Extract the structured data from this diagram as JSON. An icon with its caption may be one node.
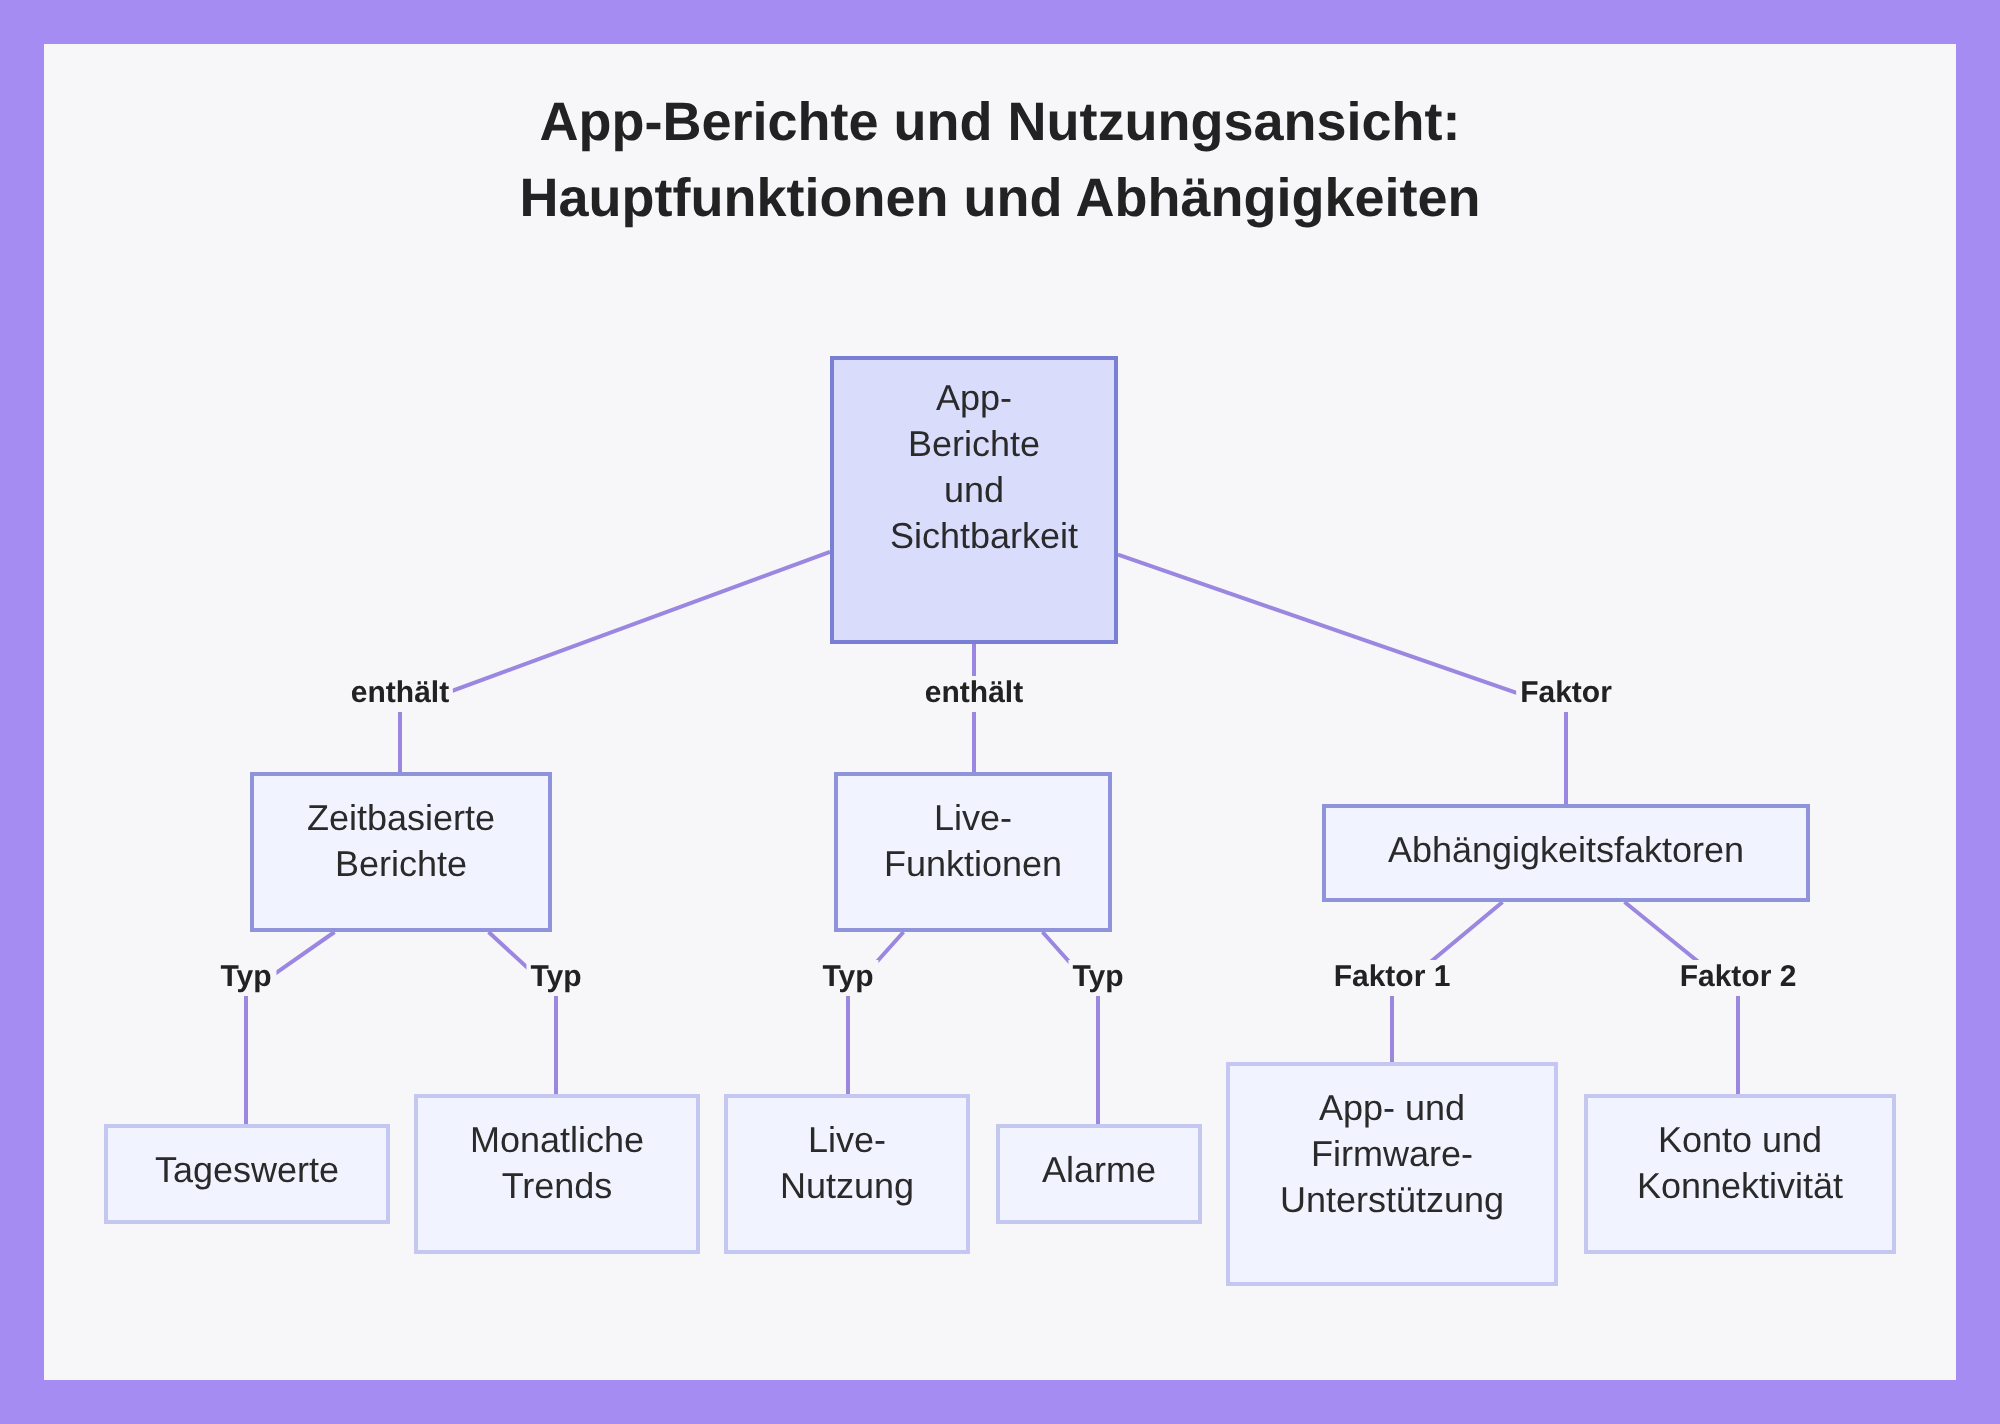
{
  "diagram": {
    "title": "App-Berichte und Nutzungsansicht: Hauptfunktionen und Abhängigkeiten",
    "nodes": [
      {
        "text": [
          "App-Berichte und Sichtbarkeit"
        ]
      },
      {
        "text": [
          "Zeitbasierte Berichte"
        ]
      },
      {
        "text": [
          "Live-Funktionen"
        ]
      },
      {
        "text": [
          "Abhängigkeitsfaktoren"
        ]
      },
      {
        "text": [
          "Tageswerte"
        ]
      },
      {
        "text": [
          "Monatliche Trends"
        ]
      },
      {
        "text": [
          "Live-Nutzung"
        ]
      },
      {
        "text": [
          "Alarme"
        ]
      },
      {
        "text": [
          "App- und Firmware-Unterstützung"
        ]
      },
      {
        "text": [
          "Konto und Konnektivität"
        ]
      }
    ],
    "edges": [
      {
        "from": 0,
        "to": 1,
        "arrow": "none",
        "label": "enthält"
      },
      {
        "from": 0,
        "to": 2,
        "arrow": "none",
        "label": "enthält"
      },
      {
        "from": 0,
        "to": 3,
        "arrow": "none",
        "label": "Faktor"
      },
      {
        "from": 1,
        "to": 4,
        "arrow": "none",
        "label": "Typ"
      },
      {
        "from": 1,
        "to": 5,
        "arrow": "none",
        "label": "Typ"
      },
      {
        "from": 2,
        "to": 6,
        "arrow": "none",
        "label": "Typ"
      },
      {
        "from": 2,
        "to": 7,
        "arrow": "none",
        "label": "Typ"
      },
      {
        "from": 3,
        "to": 8,
        "arrow": "none",
        "label": "Faktor 1"
      },
      {
        "from": 3,
        "to": 9,
        "arrow": "none",
        "label": "Faktor 2"
      }
    ]
  }
}
